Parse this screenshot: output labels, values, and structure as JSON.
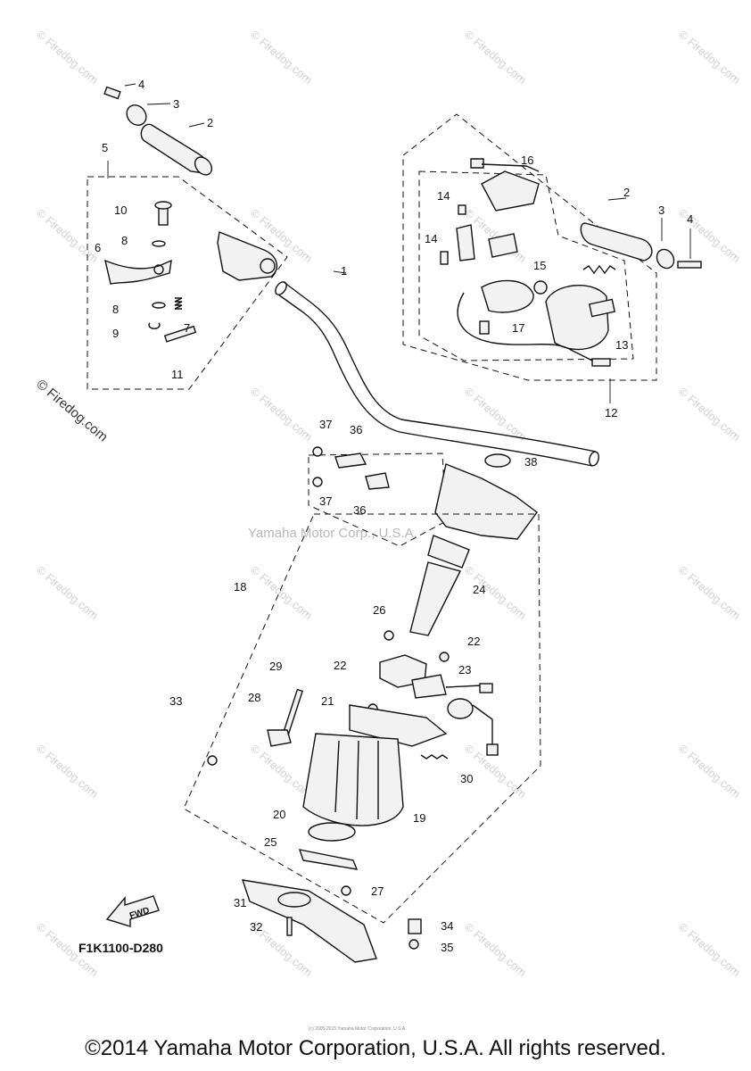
{
  "diagram_code": "F1K1100-D280",
  "fwd_label": "FWD",
  "center_watermark": "Yamaha Motor Corp., U.S.A.",
  "side_watermark": "© Firedog.com",
  "watermark_text": "© Firedog.com",
  "tiny_notice": "(c) 2005-2015 Yamaha Motor Corporation, U.S.A.",
  "copyright": "©2014 Yamaha Motor Corporation, U.S.A. All rights reserved.",
  "callouts": {
    "c1": "1",
    "c2a": "2",
    "c2b": "2",
    "c3a": "3",
    "c3b": "3",
    "c4a": "4",
    "c4b": "4",
    "c5": "5",
    "c6": "6",
    "c7": "7",
    "c8a": "8",
    "c8b": "8",
    "c9": "9",
    "c10": "10",
    "c11": "11",
    "c12": "12",
    "c13": "13",
    "c14a": "14",
    "c14b": "14",
    "c15": "15",
    "c16": "16",
    "c17": "17",
    "c18": "18",
    "c19": "19",
    "c20": "20",
    "c21": "21",
    "c22a": "22",
    "c22b": "22",
    "c23": "23",
    "c24": "24",
    "c25": "25",
    "c26": "26",
    "c27": "27",
    "c28": "28",
    "c29": "29",
    "c30": "30",
    "c31": "31",
    "c32": "32",
    "c33": "33",
    "c34": "34",
    "c35": "35",
    "c36a": "36",
    "c36b": "36",
    "c37a": "37",
    "c37b": "37",
    "c38": "38"
  }
}
